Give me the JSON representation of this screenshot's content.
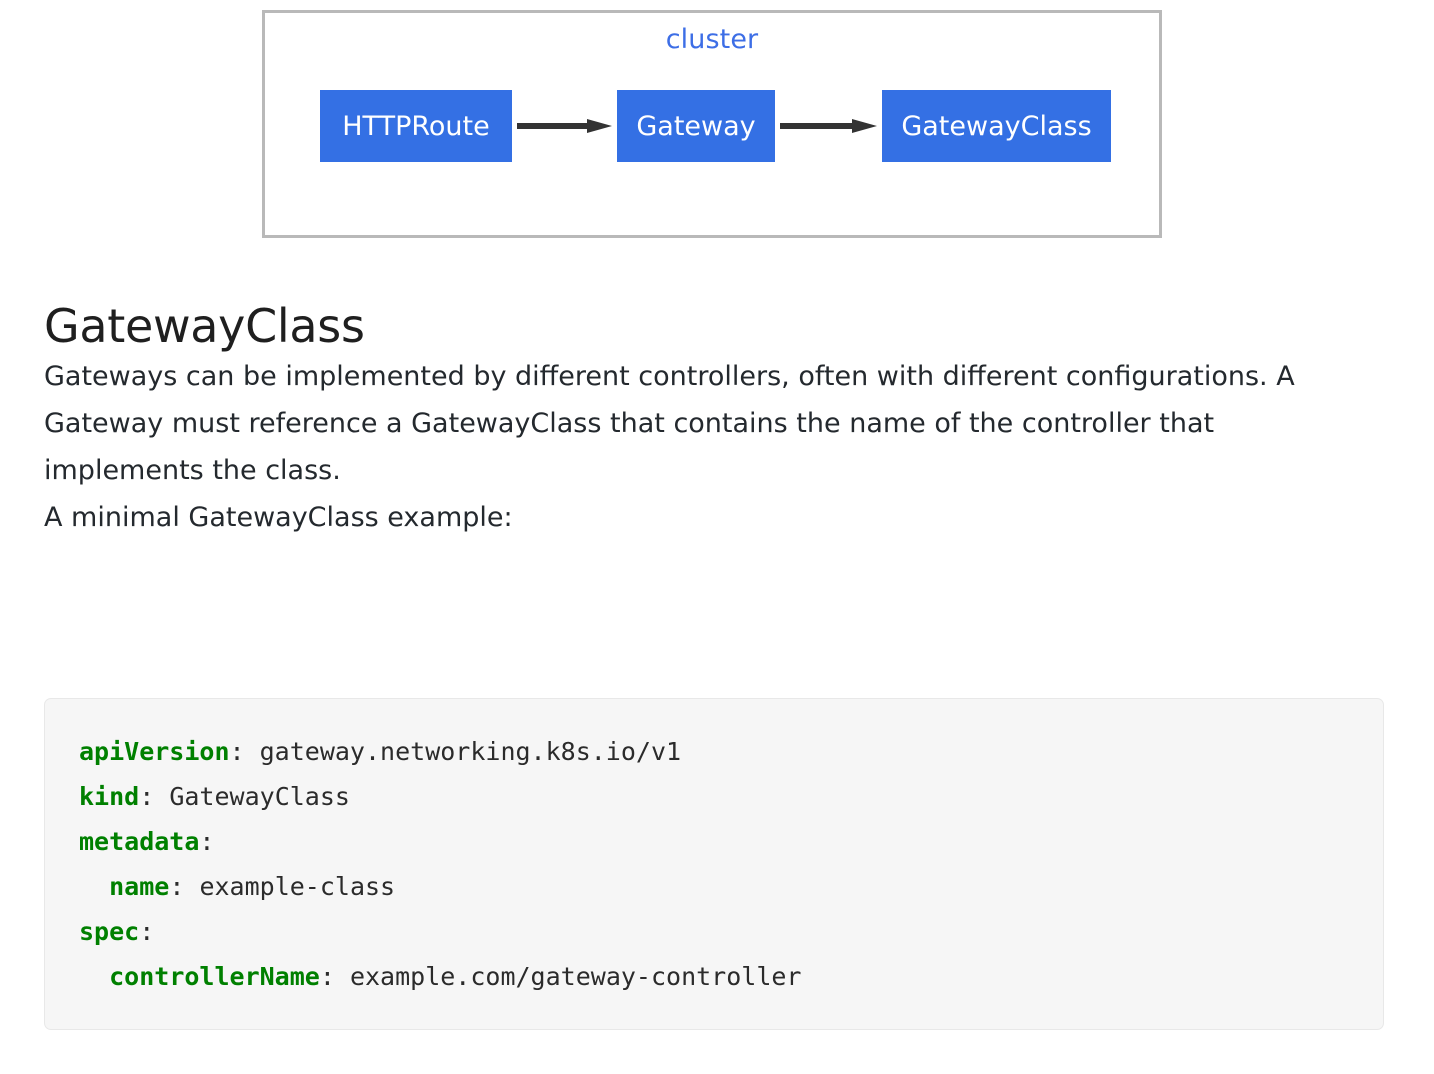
{
  "diagram": {
    "container_label": "cluster",
    "label_color": "#3d6ee6",
    "node_color": "#3470e4",
    "border_color": "#b9b9b9",
    "arrow_color": "#333333",
    "nodes": [
      {
        "id": "httproute",
        "label": "HTTPRoute"
      },
      {
        "id": "gateway",
        "label": "Gateway"
      },
      {
        "id": "gatewayclass",
        "label": "GatewayClass"
      }
    ],
    "edges": [
      {
        "from": "HTTPRoute",
        "to": "Gateway"
      },
      {
        "from": "Gateway",
        "to": "GatewayClass"
      }
    ]
  },
  "article": {
    "title": "GatewayClass",
    "paragraphs": [
      "Gateways can be implemented by different controllers, often with different configurations. A Gateway must reference a GatewayClass that contains the name of the controller that implements the class.",
      "A minimal GatewayClass example:"
    ]
  },
  "code": {
    "language": "yaml",
    "key_color": "#008000",
    "background": "#f6f6f6",
    "lines": [
      {
        "indent": 0,
        "key": "apiVersion",
        "sep": ":",
        "value": " gateway.networking.k8s.io/v1"
      },
      {
        "indent": 0,
        "key": "kind",
        "sep": ":",
        "value": " GatewayClass"
      },
      {
        "indent": 0,
        "key": "metadata",
        "sep": ":",
        "value": ""
      },
      {
        "indent": 2,
        "key": "name",
        "sep": ":",
        "value": " example-class"
      },
      {
        "indent": 0,
        "key": "spec",
        "sep": ":",
        "value": ""
      },
      {
        "indent": 2,
        "key": "controllerName",
        "sep": ":",
        "value": " example.com/gateway-controller"
      }
    ]
  }
}
